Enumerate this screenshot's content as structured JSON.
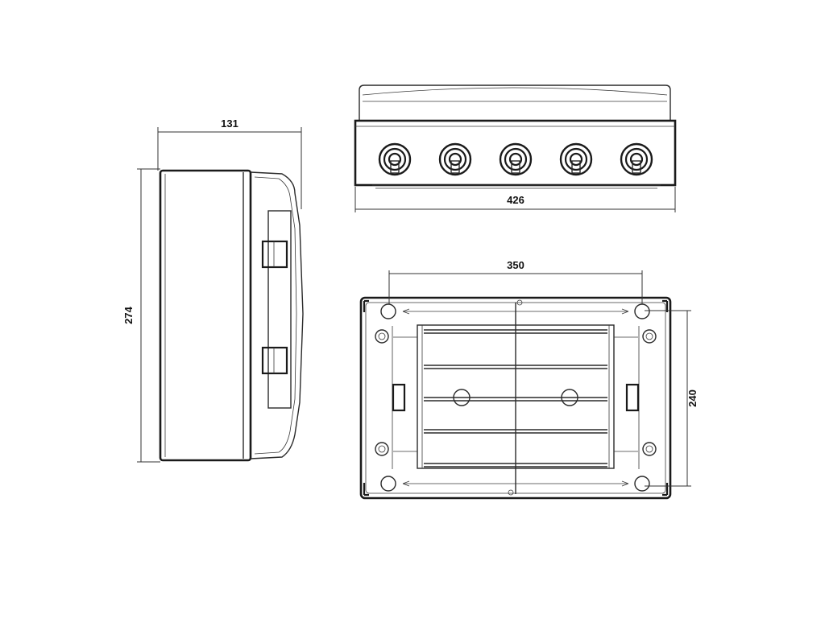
{
  "dimensions": {
    "side_depth": "131",
    "side_height": "274",
    "top_width": "426",
    "rear_mount_width": "350",
    "rear_mount_height": "240"
  },
  "glands": {
    "count": 5
  },
  "colors": {
    "line": "#1a1a1a",
    "background": "#ffffff"
  }
}
